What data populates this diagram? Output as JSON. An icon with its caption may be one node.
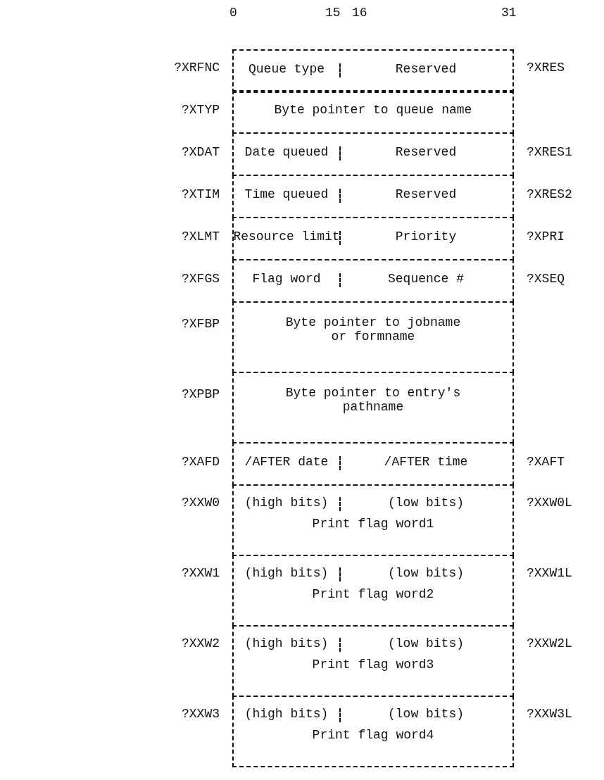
{
  "diagram": {
    "nodes": [
      {
        "text": [
          "Queue type",
          "Reserved"
        ],
        "beside": [
          "?XRFNC",
          "?XRES"
        ]
      },
      {
        "text": [
          "Byte pointer to queue name"
        ],
        "beside": [
          "?XTYP"
        ]
      },
      {
        "text": [
          "Date queued",
          "Reserved"
        ],
        "beside": [
          "?XDAT",
          "?XRES1"
        ]
      },
      {
        "text": [
          "Time queued",
          "Reserved"
        ],
        "beside": [
          "?XTIM",
          "?XRES2"
        ]
      },
      {
        "text": [
          "Resource limit",
          "Priority"
        ],
        "beside": [
          "?XLMT",
          "?XPRI"
        ]
      },
      {
        "text": [
          "Flag word",
          "Sequence #"
        ],
        "beside": [
          "?XFGS",
          "?XSEQ"
        ]
      },
      {
        "text": [
          "Byte pointer to jobname or formname"
        ],
        "beside": [
          "?XFBP"
        ]
      },
      {
        "text": [
          "Byte pointer to entry's pathname"
        ],
        "beside": [
          "?XPBP"
        ]
      },
      {
        "text": [
          "/AFTER date",
          "/AFTER time"
        ],
        "beside": [
          "?XAFD",
          "?XAFT"
        ]
      },
      {
        "text": [
          "(high bits)",
          "(low bits)",
          "Print flag word1"
        ],
        "beside": [
          "?XXW0",
          "?XXW0L"
        ]
      },
      {
        "text": [
          "(high bits)",
          "(low bits)",
          "Print flag word2"
        ],
        "beside": [
          "?XXW1",
          "?XXW1L"
        ]
      },
      {
        "text": [
          "(high bits)",
          "(low bits)",
          "Print flag word3"
        ],
        "beside": [
          "?XXW2",
          "?XXW2L"
        ]
      },
      {
        "text": [
          "(high bits)",
          "(low bits)",
          "Print flag word4"
        ],
        "beside": [
          "?XXW3",
          "?XXW3L"
        ]
      }
    ],
    "labels": [
      "0",
      "15",
      "16",
      "31"
    ]
  }
}
